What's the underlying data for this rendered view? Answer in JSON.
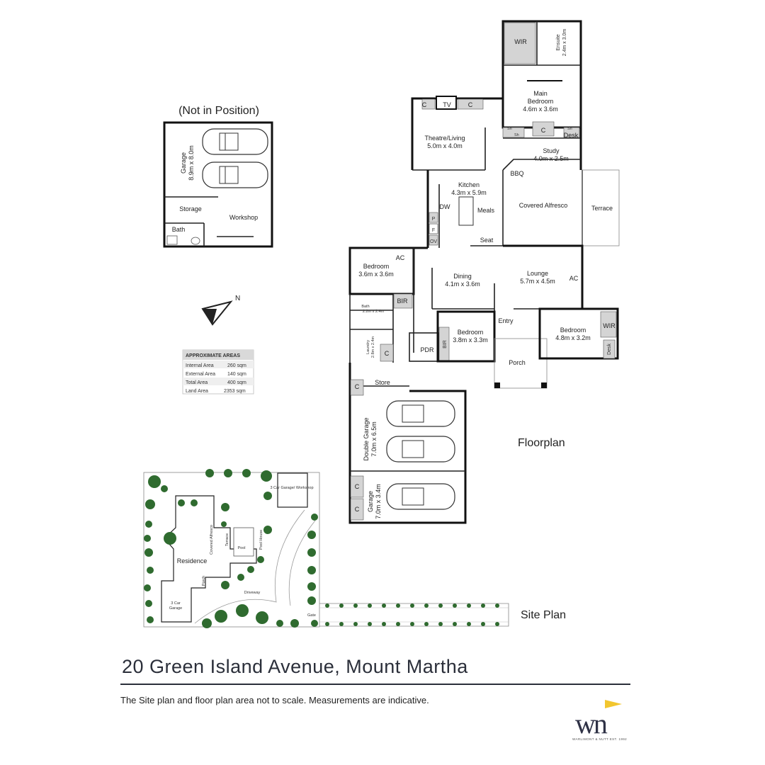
{
  "garage_building": {
    "heading": "(Not in Position)",
    "garage_label": "Garage",
    "garage_size": "8.9m x 8.0m",
    "storage": "Storage",
    "workshop": "Workshop",
    "bath": "Bath"
  },
  "rooms": {
    "wir_main": "WIR",
    "ensuite": "Ensuite",
    "ensuite_size": "2.4m x 3.0m",
    "main_bedroom": "Main",
    "main_bedroom_2": "Bedroom",
    "main_bedroom_size": "4.6m x 3.6m",
    "sh1": "Sh",
    "sh2": "Sh",
    "sh3": "Sh",
    "c_main": "C",
    "desk_main": "Desk",
    "study": "Study",
    "study_size": "4.0m x 2.5m",
    "tv": "TV",
    "c_theatre_1": "C",
    "c_theatre_2": "C",
    "theatre": "Theatre/Living",
    "theatre_size": "5.0m x 4.0m",
    "kitchen": "Kitchen",
    "kitchen_size": "4.3m x 5.9m",
    "dw": "DW",
    "meals": "Meals",
    "p": "P",
    "f": "F",
    "ov": "OV",
    "seat": "Seat",
    "bbq": "BBQ",
    "covered_alfresco": "Covered Alfresco",
    "terrace": "Terrace",
    "bedroom_a": "Bedroom",
    "bedroom_a_size": "3.6m x 3.6m",
    "ac_1": "AC",
    "bath": "Bath",
    "bath_size": "2.2m x 2.4m",
    "bir_1": "BIR",
    "laundry": "Laundry",
    "laundry_size": "2.8m x 2.4m",
    "c_laundry": "C",
    "pdr": "PDR",
    "bir_2": "BIR",
    "dining": "Dining",
    "dining_size": "4.1m x 3.6m",
    "lounge": "Lounge",
    "lounge_size": "5.7m x 4.5m",
    "ac_2": "AC",
    "bedroom_b": "Bedroom",
    "bedroom_b_size": "3.8m x 3.3m",
    "entry": "Entry",
    "porch": "Porch",
    "bedroom_c": "Bedroom",
    "bedroom_c_size": "4.8m x 3.2m",
    "wir_c": "WIR",
    "desk_c": "Desk",
    "store": "Store",
    "c_store": "C",
    "double_garage": "Double Garage",
    "double_garage_size": "7.0m x 6.5m",
    "c_garage_1": "C",
    "c_garage_2": "C",
    "garage": "Garage",
    "garage_size": "7.0m x 3.4m"
  },
  "areas": {
    "title": "APPROXIMATE AREAS",
    "rows": [
      {
        "label": "Internal Area",
        "value": "260 sqm"
      },
      {
        "label": "External Area",
        "value": "140 sqm"
      },
      {
        "label": "Total Area",
        "value": "400 sqm"
      },
      {
        "label": "Land Area",
        "value": "2353 sqm"
      }
    ]
  },
  "compass": {
    "north": "N"
  },
  "labels": {
    "floorplan": "Floorplan",
    "site_plan": "Site Plan"
  },
  "site": {
    "workshop": "3 Car Garage/ Workshop",
    "residence": "Residence",
    "covered_alfresco": "Covered Alfresco",
    "terrace": "Terrace",
    "pool": "Pool",
    "pool_house": "Pool House",
    "porch": "Porch",
    "garage_3car_1": "3 Car",
    "garage_3car_2": "Garage",
    "driveway": "Driveway",
    "gate": "Gate"
  },
  "footer": {
    "address": "20 Green Island Avenue, Mount Martha",
    "disclaimer": "The Site plan and floor plan area not to scale. Measurements are indicative.",
    "logo_mark": "wn",
    "logo_sub": "WARLIMONT & NUTT EST. 1992"
  },
  "colors": {
    "brand_navy": "#2f3246",
    "brand_yellow": "#f2c62f",
    "cupboard_grey": "#d4d4d4"
  }
}
